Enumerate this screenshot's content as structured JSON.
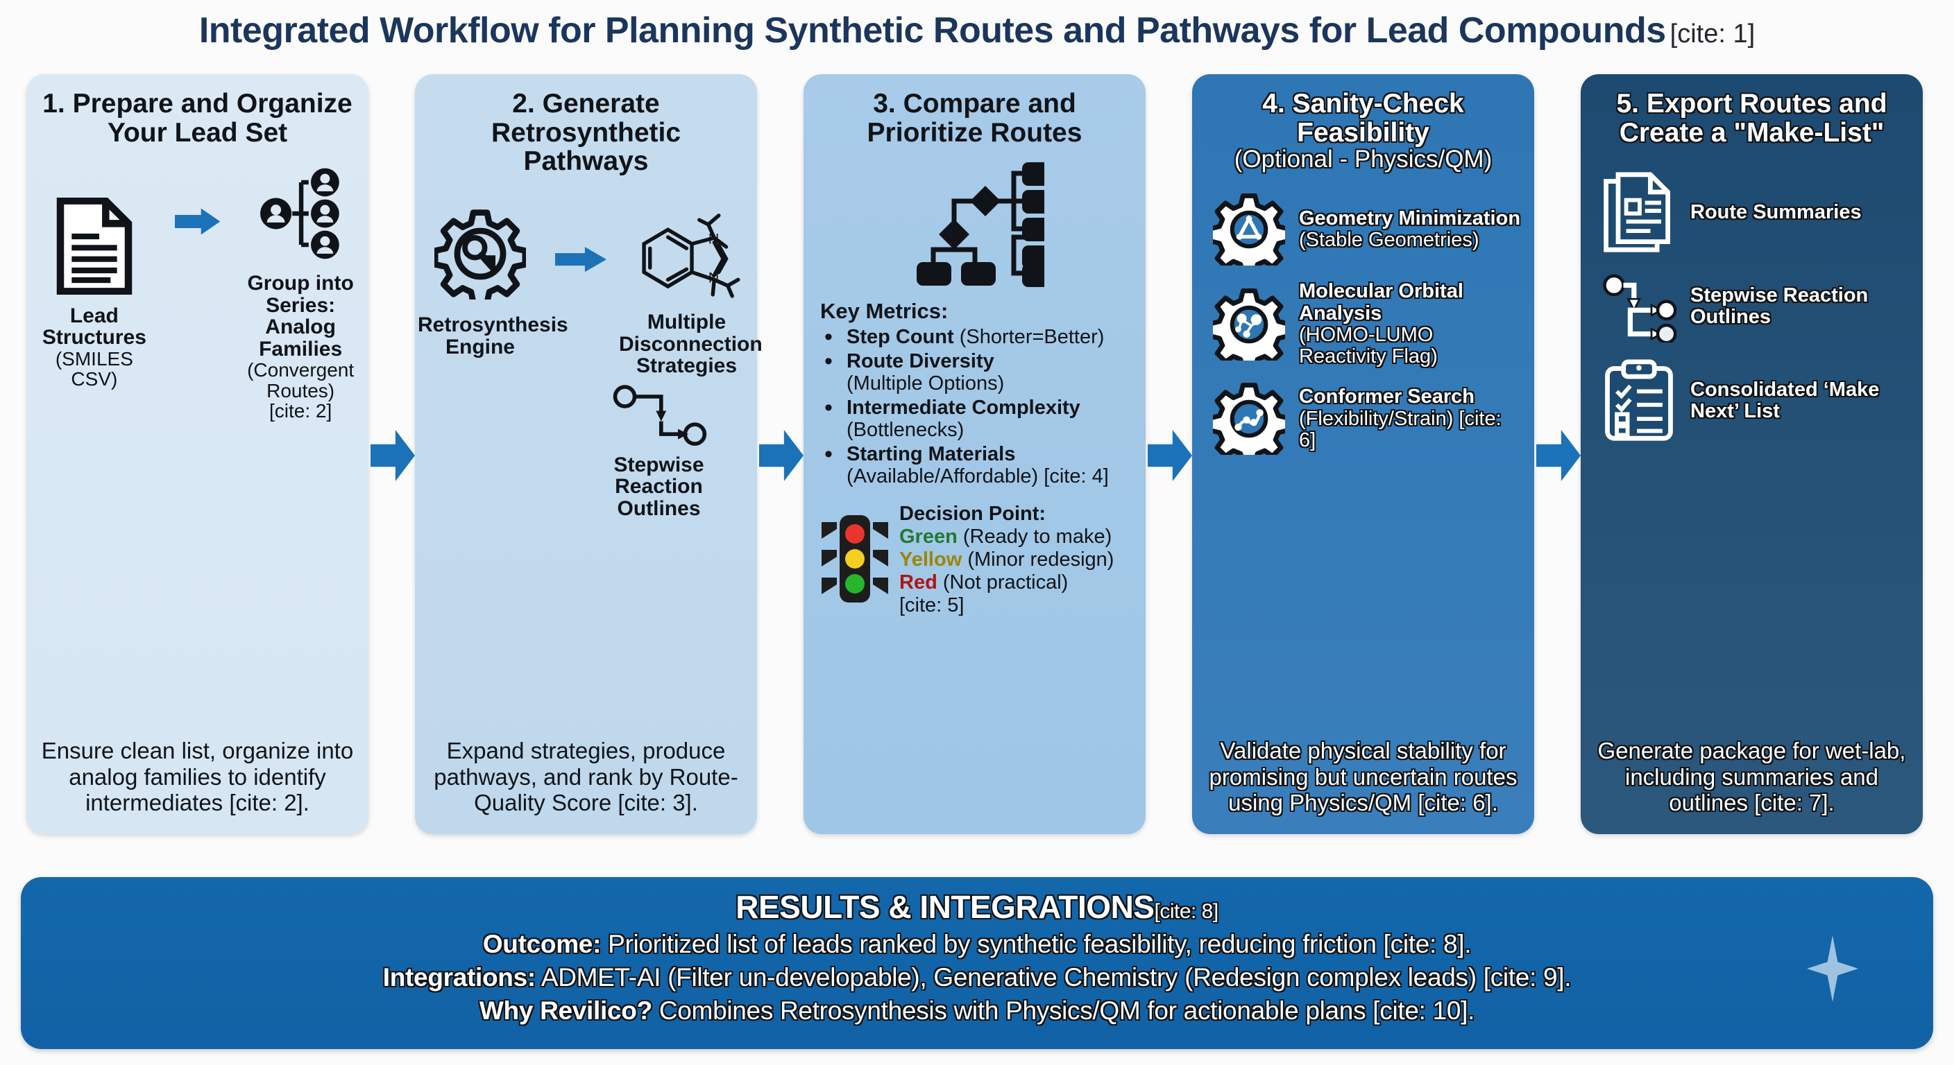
{
  "title": {
    "main": "Integrated Workflow for Planning Synthetic Routes and Pathways for Lead Compounds",
    "cite": "[cite: 1]"
  },
  "colors": {
    "title_blue": "#1b365d",
    "arrow_blue": "#1b72b8",
    "banner_blue": "#1367ab",
    "col1_bg": "#dbe9f4",
    "col2_bg": "#c5dcee",
    "col3_bg": "#a7cbe8",
    "col4_bg": "#2e76b4",
    "col5_bg": "#1d4a70",
    "green": "#1f7a33",
    "yellow": "#9a8608",
    "red": "#b01414"
  },
  "columns": [
    {
      "id": "prepare-organize-lead-set",
      "heading": "1. Prepare and Organize Your Lead Set",
      "subheading": "",
      "icons": [
        {
          "name": "document-icon",
          "caption": "Lead Structures",
          "caption_sub": "(SMILES CSV)"
        },
        {
          "name": "group-hierarchy-icon",
          "caption": "Group into Series: Analog Families",
          "caption_sub": "(Convergent Routes) [cite: 2]"
        }
      ],
      "footer": "Ensure clean list, organize into analog families to identify intermediates [cite: 2]."
    },
    {
      "id": "generate-retrosynthetic-pathways",
      "heading": "2. Generate Retrosynthetic Pathways",
      "subheading": "",
      "icons": [
        {
          "name": "gear-search-icon",
          "caption": "Retrosynthesis Engine",
          "caption_sub": ""
        },
        {
          "name": "molecule-structure-icon",
          "caption": "Multiple Disconnection Strategies",
          "caption_sub": ""
        },
        {
          "name": "stepwise-flow-icon",
          "caption": "Stepwise Reaction Outlines",
          "caption_sub": ""
        }
      ],
      "footer": "Expand strategies, produce pathways, and rank by Route-Quality Score [cite: 3]."
    },
    {
      "id": "compare-prioritize-routes",
      "heading": "3. Compare and Prioritize Routes",
      "subheading": "",
      "icons": [
        {
          "name": "decision-tree-icon",
          "caption": "",
          "caption_sub": ""
        }
      ],
      "metrics_heading": "Key Metrics:",
      "metrics": [
        {
          "bold": "Step Count",
          "normal": " (Shorter=Better)"
        },
        {
          "bold": "Route Diversity",
          "normal": "(Multiple Options)"
        },
        {
          "bold": "Intermediate Complexity",
          "normal": "(Bottlenecks)"
        },
        {
          "bold": "Starting Materials",
          "normal": "(Available/Affordable) [cite: 4]"
        }
      ],
      "decision": {
        "heading": "Decision Point:",
        "rows": [
          {
            "label": "Green",
            "desc": " (Ready to make)",
            "color": "green"
          },
          {
            "label": "Yellow",
            "desc": " (Minor redesign)",
            "color": "yellow"
          },
          {
            "label": "Red",
            "desc": " (Not practical)",
            "color": "red"
          }
        ],
        "cite": "[cite: 5]"
      },
      "footer": ""
    },
    {
      "id": "sanity-check-feasibility",
      "heading": "4. Sanity-Check Feasibility",
      "subheading": "(Optional - Physics/QM)",
      "icons": [
        {
          "name": "gear-geometry-icon",
          "caption": "Geometry Minimization",
          "caption_sub": "(Stable Geometries)"
        },
        {
          "name": "gear-orbital-icon",
          "caption": "Molecular Orbital Analysis",
          "caption_sub": "(HOMO-LUMO Reactivity Flag)"
        },
        {
          "name": "gear-conformer-icon",
          "caption": "Conformer Search",
          "caption_sub": "(Flexibility/Strain) [cite: 6]"
        }
      ],
      "footer": "Validate physical stability for promising but uncertain routes using Physics/QM [cite: 6]."
    },
    {
      "id": "export-routes-make-list",
      "heading": "5. Export Routes and Create a \"Make-List\"",
      "subheading": "",
      "icons": [
        {
          "name": "documents-stack-icon",
          "caption": "Route Summaries",
          "caption_sub": ""
        },
        {
          "name": "stepwise-flow-icon",
          "caption": "Stepwise Reaction Outlines",
          "caption_sub": ""
        },
        {
          "name": "clipboard-checklist-icon",
          "caption": "Consolidated ‘Make Next’ List",
          "caption_sub": ""
        }
      ],
      "footer": "Generate package for wet-lab, including summaries and outlines [cite: 7]."
    }
  ],
  "banner": {
    "title": "RESULTS & INTEGRATIONS",
    "title_cite": "[cite: 8]",
    "lines": [
      {
        "bold": "Outcome:",
        "text": " Prioritized list of leads ranked by synthetic feasibility, reducing friction [cite: 8]."
      },
      {
        "bold": "Integrations:",
        "text": " ADMET-AI (Filter un-developable), Generative Chemistry (Redesign complex leads) [cite: 9]."
      },
      {
        "bold": "Why Revilico?",
        "text": " Combines Retrosynthesis with Physics/QM for actionable plans [cite: 10]."
      }
    ]
  }
}
